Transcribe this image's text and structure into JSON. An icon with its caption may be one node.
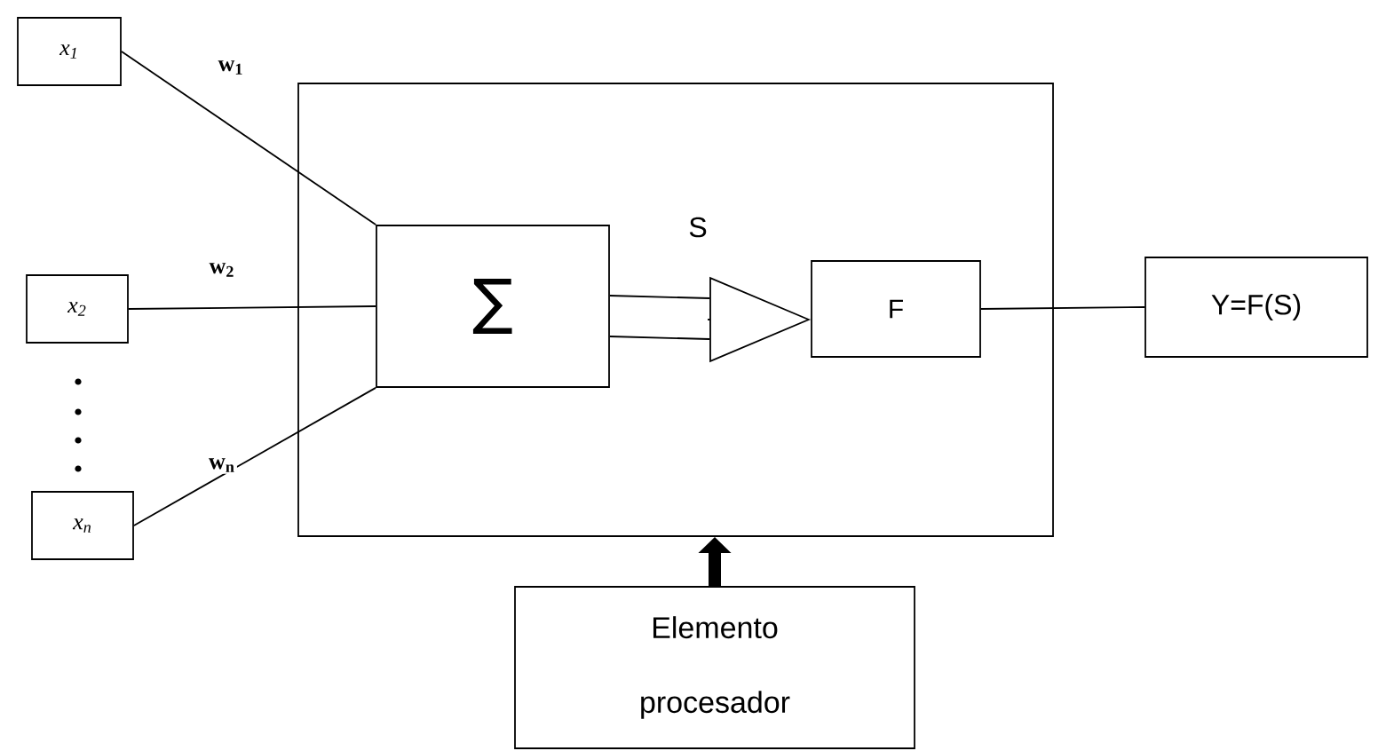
{
  "diagram": {
    "nodes": [
      {
        "text": [
          "x$_{1}$"
        ]
      },
      {
        "text": [
          "x$_{2}$"
        ]
      },
      {
        "text": [
          "x$_{n}$"
        ]
      },
      {
        "text": [],
        "shape": "box"
      },
      {
        "text": [
          "∑"
        ],
        "in": 3
      },
      {
        "text": [
          "F"
        ],
        "in": 3
      },
      {
        "text": [
          "Y=F(S)"
        ]
      },
      {
        "text": [
          "Elemento procesador"
        ]
      }
    ],
    "edges": [
      {
        "from": 0,
        "to": 4,
        "arrow": "none",
        "label": "w$_{1}$"
      },
      {
        "from": 1,
        "to": 4,
        "arrow": "none",
        "label": "w$_{2}$"
      },
      {
        "from": 2,
        "to": 4,
        "arrow": "none",
        "label": "w$_{n}$"
      },
      {
        "from": 4,
        "to": 5,
        "arrow": "to",
        "label": "S"
      },
      {
        "from": 5,
        "to": 6,
        "arrow": "none"
      },
      {
        "from": 7,
        "to": 3,
        "arrow": "to",
        "style": "thick"
      }
    ]
  }
}
